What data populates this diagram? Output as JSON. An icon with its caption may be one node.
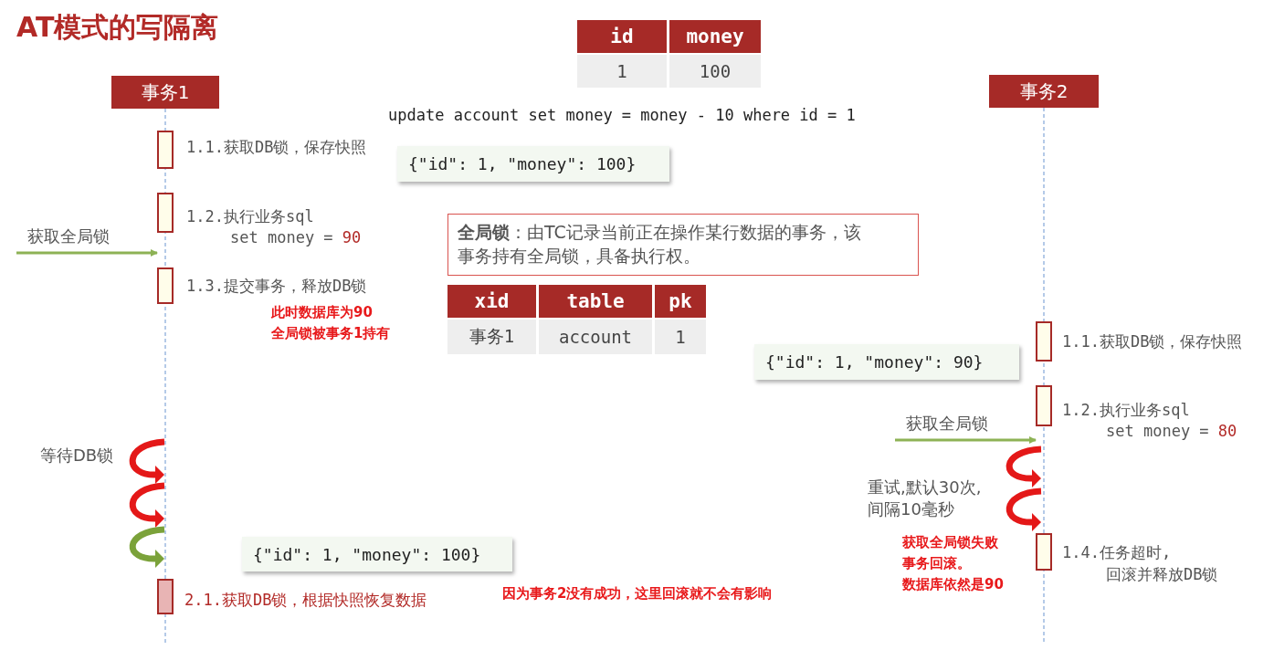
{
  "diagram": {
    "title": "AT模式的写隔离",
    "nodes": [
      {
        "text": [
          "事务1"
        ]
      },
      {
        "text": [
          "事务2"
        ]
      },
      {
        "text": [],
        "shape": "box",
        "beside": [
          "1.1.获取DB锁，保存快照"
        ]
      },
      {
        "text": [
          "{\"id\": 1, \"money\": 100}"
        ]
      },
      {
        "text": [],
        "shape": "box",
        "beside": [
          "1.2.执行业务sql",
          "set money = 90"
        ]
      },
      {
        "text": [
          "**全局锁**：由TC记录当前正在操作某行数据的事务，该事务持有全局锁，具备执行权。"
        ]
      },
      {
        "text": [],
        "shape": "box",
        "beside": [
          "1.3.提交事务，释放DB锁"
        ]
      },
      {
        "text": [],
        "shape": "box",
        "beside": [
          "1.1.获取DB锁，保存快照"
        ]
      },
      {
        "text": [
          "{\"id\": 1, \"money\": 90}"
        ]
      },
      {
        "text": [],
        "shape": "box",
        "beside": [
          "1.2.执行业务sql",
          "set money = 80"
        ]
      },
      {
        "text": [],
        "shape": "box",
        "beside": [
          "1.4.任务超时,",
          "回滚并释放DB锁"
        ]
      },
      {
        "text": [
          "{\"id\": 1, \"money\": 100}"
        ]
      },
      {
        "text": [],
        "shape": "box",
        "beside": [
          "2.1.获取DB锁，根据快照恢复数据"
        ]
      }
    ],
    "edges": [
      {
        "from": null,
        "to": 4,
        "arrow": "to",
        "label": "获取全局锁"
      },
      {
        "from": null,
        "to": 9,
        "arrow": "to",
        "label": "获取全局锁"
      }
    ],
    "labels": [
      "id",
      "money",
      "1",
      "100",
      "update account set money = money - 10 where id = 1",
      "此时数据库为90",
      "全局锁被事务1持有",
      "xid",
      "table",
      "pk",
      "事务1",
      "account",
      "1",
      "等待DB锁",
      "重试,默认30次,",
      "间隔10毫秒",
      "获取全局锁失败",
      "事务回滚。",
      "数据库依然是90",
      "因为事务2没有成功，这里回滚就不会有影响"
    ]
  }
}
